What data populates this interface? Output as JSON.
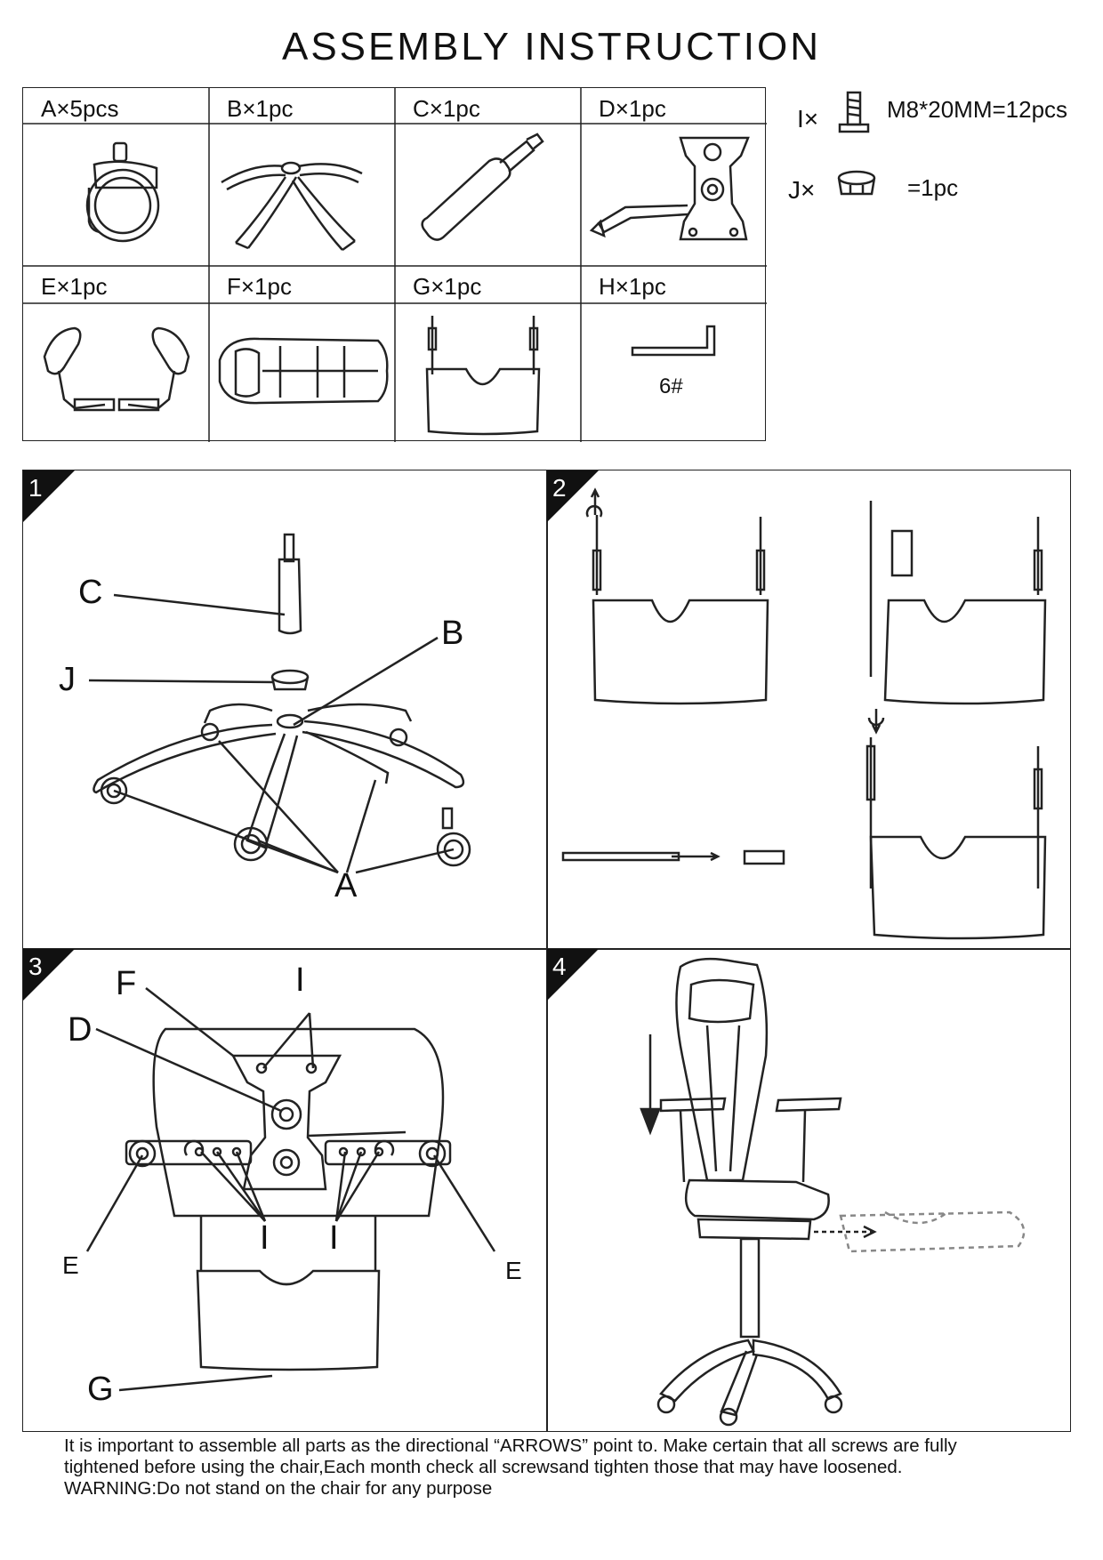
{
  "title": "ASSEMBLY  INSTRUCTION",
  "parts": [
    {
      "label": "A×5pcs"
    },
    {
      "label": "B×1pc"
    },
    {
      "label": "C×1pc"
    },
    {
      "label": "D×1pc"
    },
    {
      "label": "E×1pc"
    },
    {
      "label": "F×1pc"
    },
    {
      "label": "G×1pc"
    },
    {
      "label": "H×1pc",
      "tool_label": "6#"
    }
  ],
  "hardware": {
    "i_prefix": "I×",
    "i_spec": "M8*20MM=12pcs",
    "j_prefix": "J×",
    "j_spec": "=1pc"
  },
  "steps": [
    {
      "number": "1",
      "callouts": [
        "C",
        "J",
        "B",
        "A"
      ]
    },
    {
      "number": "2"
    },
    {
      "number": "3",
      "callouts": [
        "F",
        "I",
        "D",
        "E",
        "I",
        "I",
        "E",
        "G"
      ]
    },
    {
      "number": "4"
    }
  ],
  "footer": {
    "line1": "It is important to assemble all parts as the directional “ARROWS” point to. Make certain that all screws are fully",
    "line2": "tightened  before using the chair,Each month check all screwsand tighten those that may have loosened.",
    "line3": "WARNING:Do not stand on the chair for any purpose"
  }
}
